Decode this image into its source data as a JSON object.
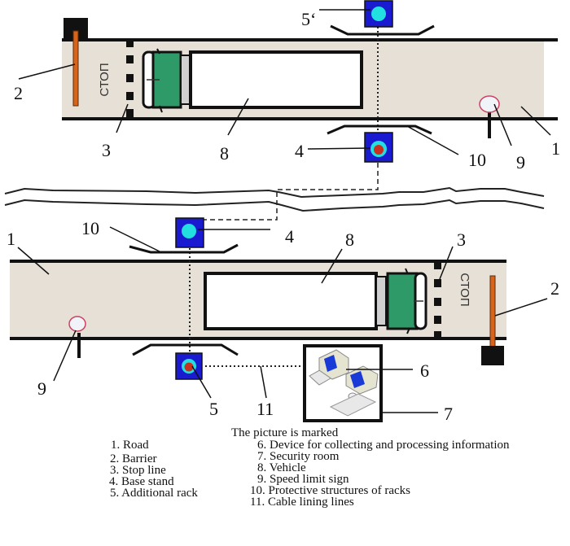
{
  "diagram": {
    "stop_text": "СТОП",
    "callouts": {
      "road_top": "1",
      "barrier_top": "2",
      "stop_line_top": "3",
      "base_stand_top": "4",
      "additional_rack_top": "5‘",
      "vehicle_top": "8",
      "speed_sign_top": "9",
      "protective_top": "10",
      "road_bottom": "1",
      "barrier_bottom": "2",
      "stop_line_bottom": "3",
      "base_stand_bottom": "4",
      "additional_rack_bottom": "5",
      "device": "6",
      "security_room": "7",
      "vehicle_bottom": "8",
      "speed_sign_bottom": "9",
      "protective_bottom": "10",
      "cable": "11"
    },
    "colors": {
      "road": "#e6e0d6",
      "cab": "#2e9a68",
      "rack_blue": "#1a1ad0",
      "sensor_cyan": "#22e0e0",
      "sensor_red": "#c83020",
      "barrier_orange": "#d8641c"
    }
  },
  "legend": {
    "title": "The picture is marked",
    "left_items": [
      "1. Road",
      "2. Barrier",
      "3. Stop line",
      "4. Base stand",
      "5. Additional rack"
    ],
    "right_items": [
      "6. Device for collecting and processing information",
      "7. Security room",
      "8. Vehicle",
      "9. Speed limit sign",
      "10. Protective structures of racks",
      "11. Cable lining lines"
    ]
  }
}
